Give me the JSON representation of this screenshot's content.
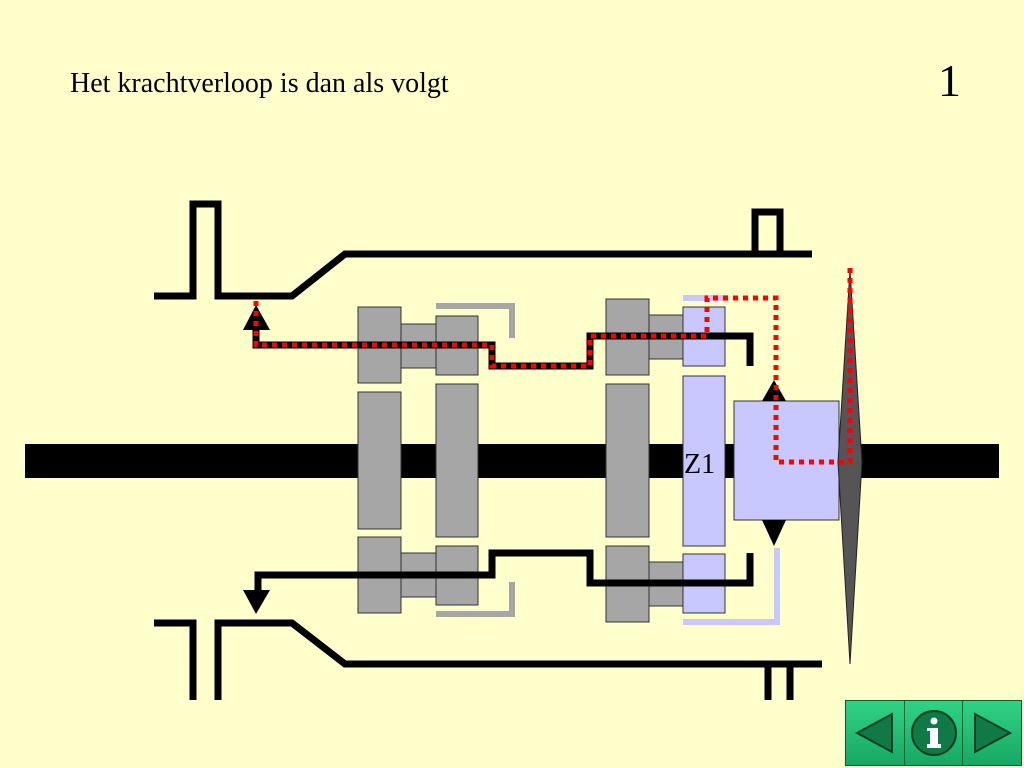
{
  "slide": {
    "title": "Het krachtverloop is dan als volgt",
    "number": "1"
  },
  "diagram": {
    "gear_label": "Z1",
    "colors": {
      "background": "#ffffcc",
      "housing": "#000000",
      "gear_gray": "#a6a6a6",
      "gear_highlight": "#c8c8ff",
      "force_path": "#ff0000",
      "flange": "#555555"
    }
  },
  "navigation": {
    "buttons": [
      {
        "name": "prev",
        "icon": "triangle-left-icon"
      },
      {
        "name": "info",
        "icon": "info-icon"
      },
      {
        "name": "next",
        "icon": "triangle-right-icon"
      }
    ],
    "color": "#1fbf72"
  }
}
